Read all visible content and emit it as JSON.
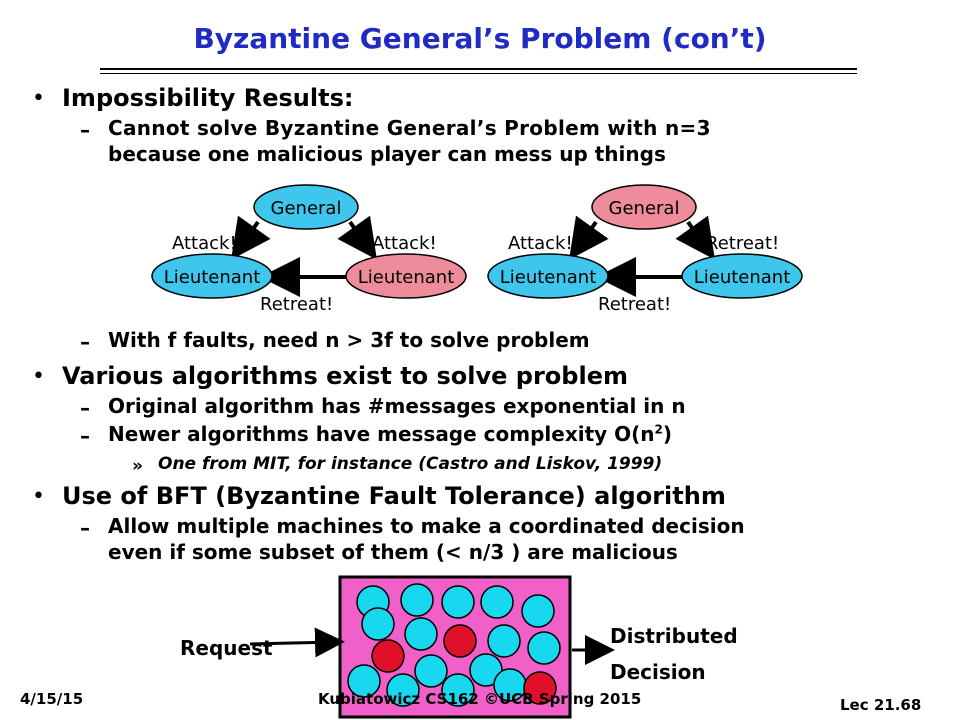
{
  "title": "Byzantine General’s Problem (con’t)",
  "bullets": {
    "b1": "Impossibility Results:",
    "b1_sub1_line1": "Cannot solve Byzantine General’s Problem with n=3",
    "b1_sub1_line2": "because one malicious player can mess up things",
    "b1_sub2": "With f faults, need n > 3f to solve problem",
    "b2": "Various algorithms exist to solve problem",
    "b2_sub1": "Original algorithm has #messages exponential in n",
    "b2_sub2_main": "Newer algorithms have message complexity O(n",
    "b2_sub2_sup": "2",
    "b2_sub2_end": ")",
    "b2_sub2_sub1": "One from MIT, for instance (Castro and Liskov, 1999)",
    "b3": "Use of BFT (Byzantine Fault Tolerance) algorithm",
    "b3_sub1_line1": "Allow multiple machines to make a coordinated decision",
    "b3_sub1_line2": "even if some subset of them (< n/3 ) are malicious"
  },
  "diagram1": {
    "general": "General",
    "lt_left": "Lieutenant",
    "lt_right": "Lieutenant",
    "msg_left": "Attack!",
    "msg_right": "Attack!",
    "msg_bottom": "Retreat!"
  },
  "diagram2": {
    "general": "General",
    "lt_left": "Lieutenant",
    "lt_right": "Lieutenant",
    "msg_left": "Attack!",
    "msg_right": "Retreat!",
    "msg_bottom": "Retreat!"
  },
  "bft": {
    "request": "Request",
    "decision_line1": "Distributed",
    "decision_line2": "Decision"
  },
  "footer": {
    "date": "4/15/15",
    "course": "Kubiatowicz CS162 ©UCB Spring 2015",
    "lecture": "Lec 21.68"
  },
  "colors": {
    "title": "#1f2bc4",
    "general_fill": "#3ec6ec",
    "lieutenant_good": "#3ec6ec",
    "lieutenant_bad": "#ef8c9b",
    "general_bad": "#ef8c9b",
    "box_fill": "#f060c8",
    "node_good": "#18d8f0",
    "node_bad": "#e0102a"
  }
}
